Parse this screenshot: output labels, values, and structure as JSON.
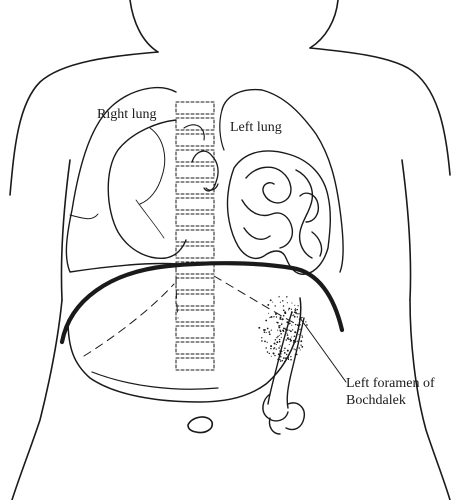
{
  "labels": {
    "right_lung": "Right lung",
    "left_lung": "Left lung",
    "foramen_line1": "Left foramen of",
    "foramen_line2": "Bochdalek"
  },
  "colors": {
    "ink": "#1a1a1a",
    "background": "#ffffff"
  }
}
